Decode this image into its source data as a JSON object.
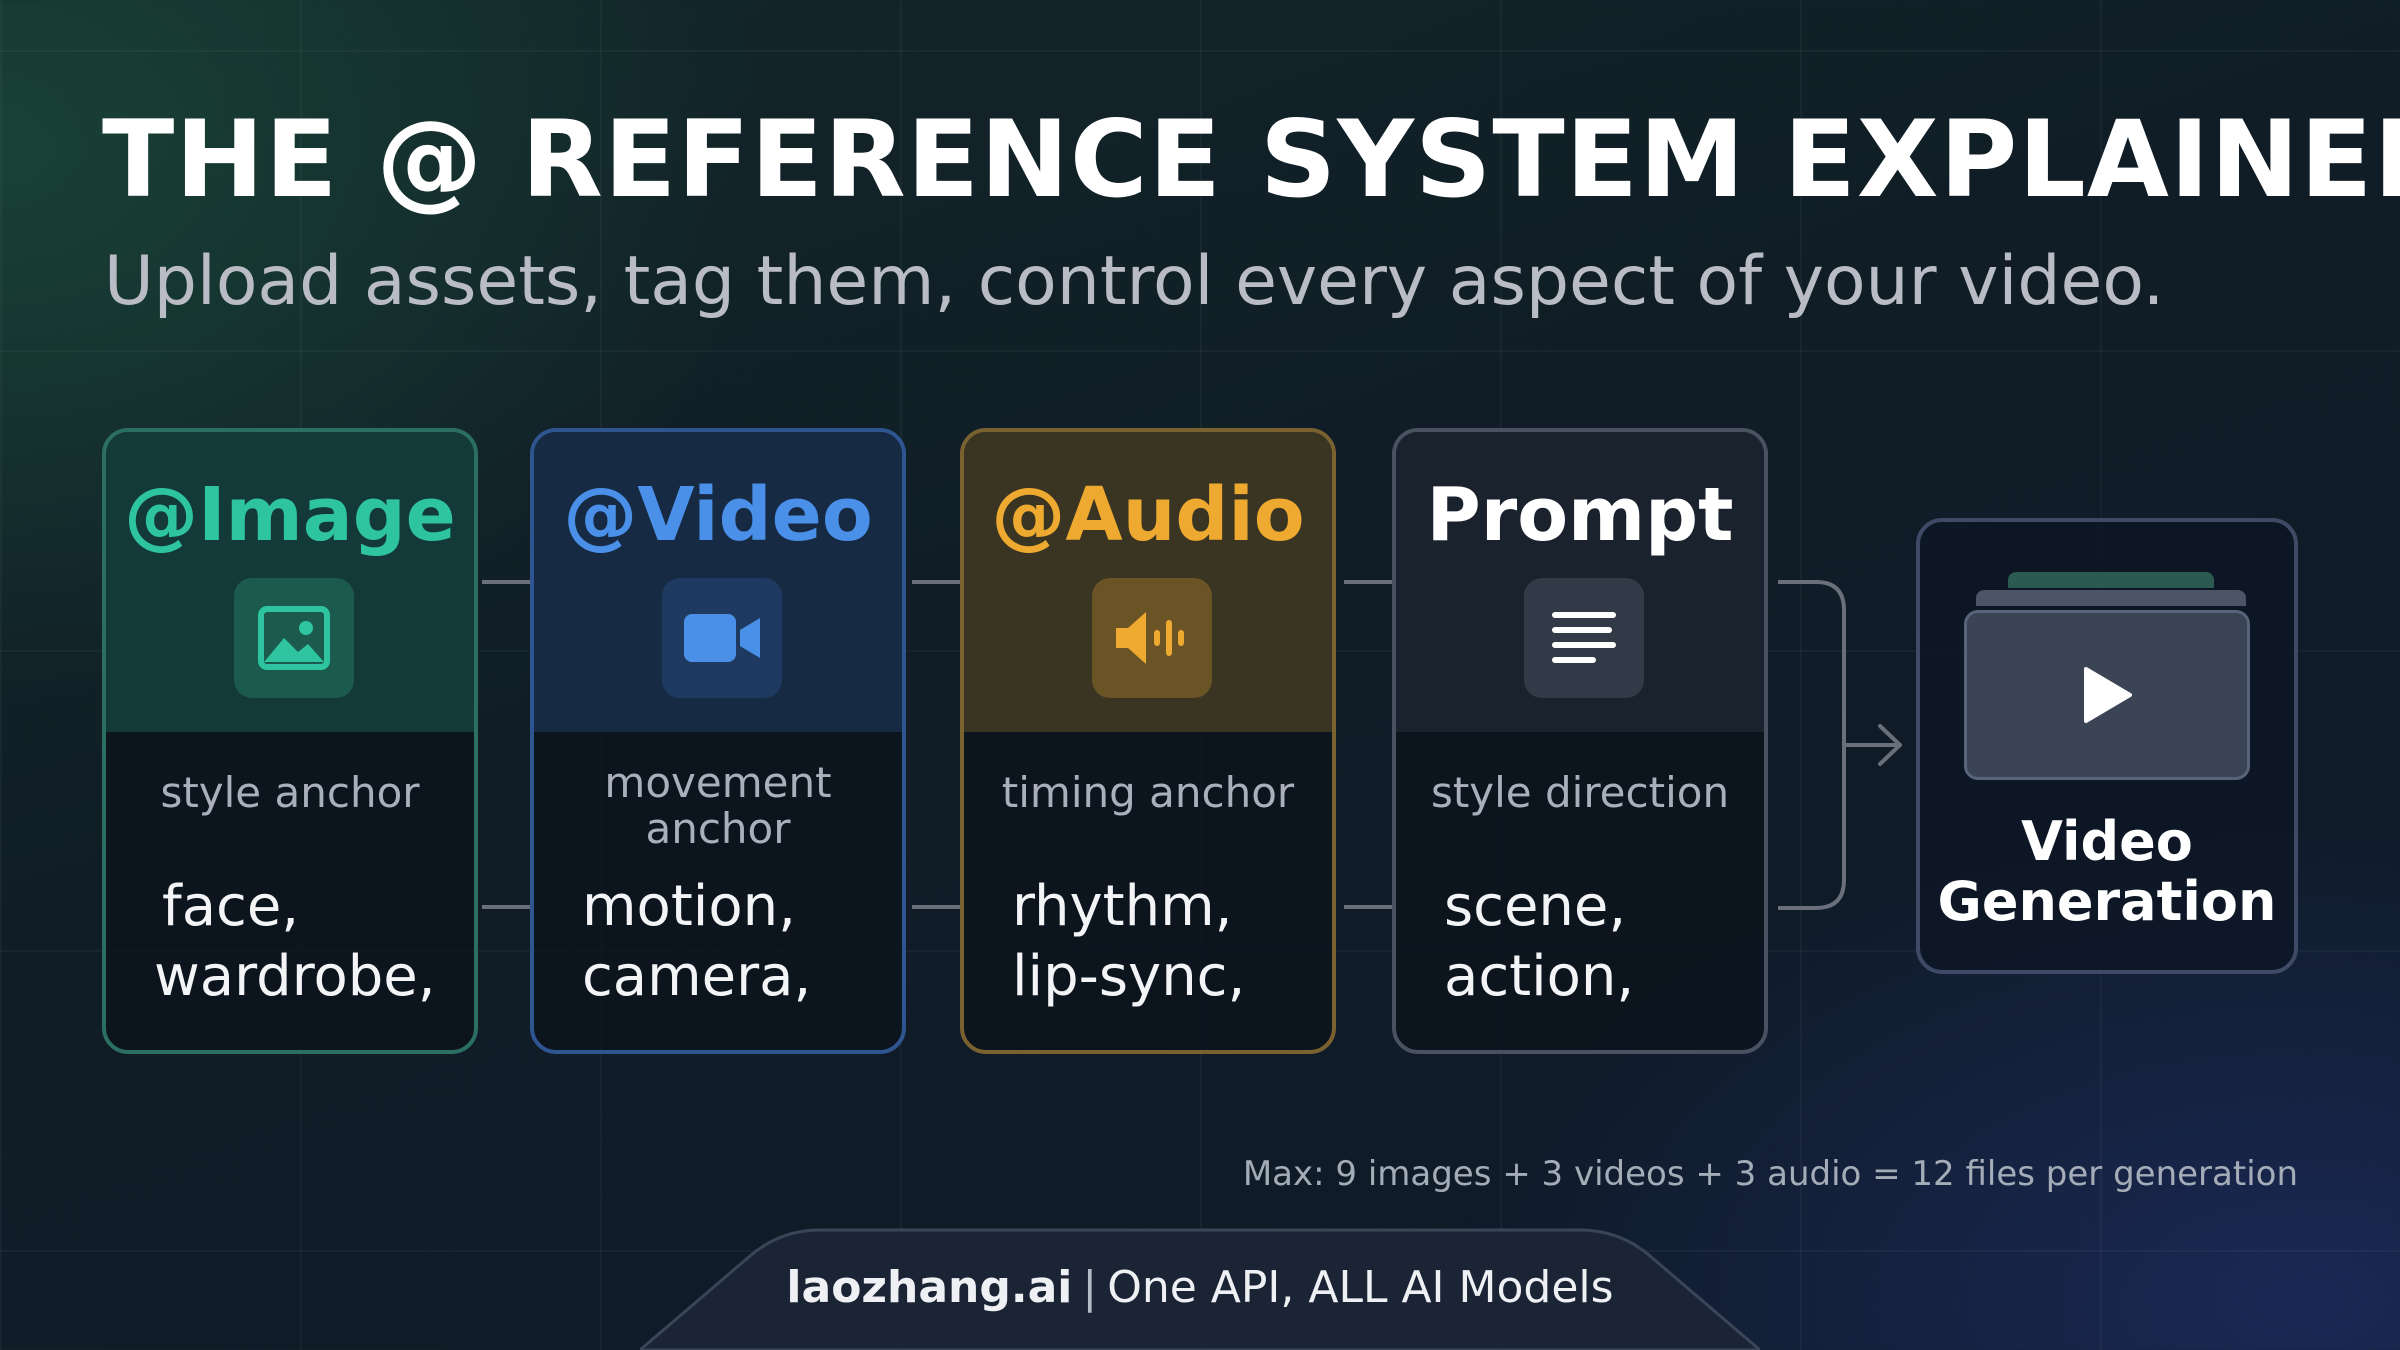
{
  "title": "THE @ REFERENCE SYSTEM EXPLAINED",
  "subtitle": "Upload assets, tag them, control every aspect of your video.",
  "cards": [
    {
      "name": "@Image",
      "role": "style anchor",
      "uses_line1": "face,",
      "uses_line2": "wardrobe,",
      "accent": "#2ec4a0",
      "icon": "image-icon"
    },
    {
      "name": "@Video",
      "role_line1": "movement",
      "role_line2": "anchor",
      "uses_line1": "motion,",
      "uses_line2": "camera,",
      "accent": "#4a90e8",
      "icon": "video-camera-icon"
    },
    {
      "name": "@Audio",
      "role": "timing anchor",
      "uses_line1": "rhythm,",
      "uses_line2": "lip-sync,",
      "accent": "#eeaa30",
      "icon": "audio-icon"
    },
    {
      "name": "Prompt",
      "role": "style direction",
      "uses_line1": "scene,",
      "uses_line2": "action,",
      "accent": "#ffffff",
      "icon": "text-lines-icon"
    }
  ],
  "output": {
    "line1": "Video",
    "line2": "Generation",
    "icon": "play-icon"
  },
  "footnote": "Max: 9 images + 3 videos + 3 audio = 12 files per generation",
  "footer": {
    "brand": "laozhang.ai",
    "separator": "|",
    "tagline": "One API, ALL AI Models"
  }
}
